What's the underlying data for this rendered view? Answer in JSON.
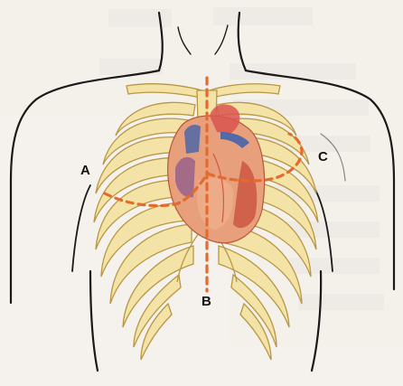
{
  "labels": {
    "a": "A",
    "b": "B",
    "c": "C"
  },
  "colors": {
    "background": "#f6f3ee",
    "outline": "#1a1a1a",
    "rib_fill": "#f4e3a6",
    "rib_stroke": "#b89745",
    "heart_fill": "#e8a07c",
    "vessel_red": "#d9534f",
    "vessel_blue": "#3b5fae",
    "dash_orange": "#e46a2e"
  }
}
